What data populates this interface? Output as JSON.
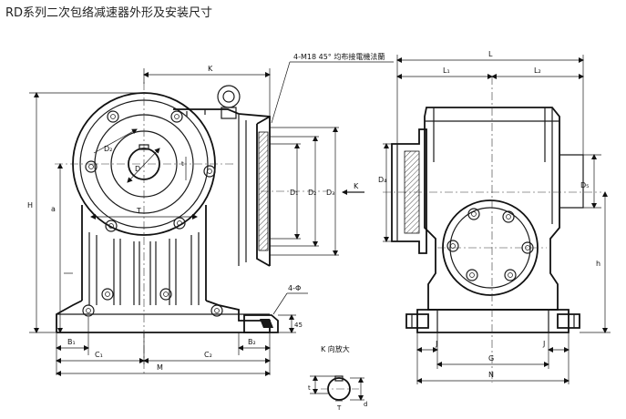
{
  "title": "RD系列二次包络减速器外形及安装尺寸",
  "annotations": {
    "flange_note": "4-M18 45° 均布接電機法蘭",
    "hole_note": "4-Φ",
    "view_label": "K",
    "view_enlarged": "K  向放大"
  },
  "dimensions": {
    "K": "K",
    "H": "H",
    "a": "a",
    "D2": "D₂",
    "D": "D",
    "t": "t",
    "T": "T",
    "D1_front": "D₁",
    "D2_front": "D₂",
    "D3": "D₃",
    "dim45": "45",
    "B1": "B₁",
    "B2": "B₂",
    "C1": "C₁",
    "C2": "C₂",
    "M": "M",
    "L": "L",
    "L1": "L₁",
    "L2": "L₂",
    "D4": "D₄",
    "D5": "D₅",
    "h": "h",
    "J_left": "J",
    "J_right": "J",
    "G": "G",
    "N": "N",
    "detail_t": "t",
    "detail_T": "T",
    "detail_d": "d"
  }
}
